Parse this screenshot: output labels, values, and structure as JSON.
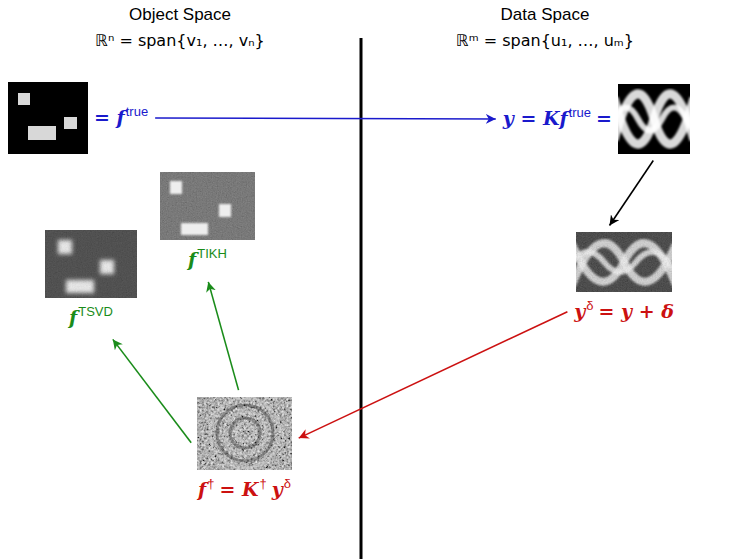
{
  "diagram": {
    "nodes": [
      {
        "text": [
          "= f",
          "true"
        ]
      },
      {
        "text": [
          "y = Kf",
          "true",
          "="
        ]
      },
      {
        "text": [
          "y",
          "δ",
          "= y + δ"
        ]
      },
      {
        "text": [
          "f",
          "†",
          "= K",
          "†",
          "y",
          "δ"
        ]
      },
      {
        "text": [
          "f",
          "TSVD"
        ]
      },
      {
        "text": [
          "f",
          "TIKH"
        ]
      }
    ],
    "edges": [
      {
        "from": 0,
        "to": 1,
        "arrow": "to"
      },
      {
        "from": 1,
        "to": 2,
        "arrow": "to"
      },
      {
        "from": 2,
        "to": 3,
        "arrow": "to"
      },
      {
        "from": 3,
        "to": 4,
        "arrow": "to"
      },
      {
        "from": 3,
        "to": 5,
        "arrow": "to"
      }
    ],
    "labels": [
      "Object Space",
      "ℝⁿ = span{v₁, …, vₙ}",
      "Data Space",
      "ℝᵐ = span{u₁, …, uₘ}"
    ]
  }
}
